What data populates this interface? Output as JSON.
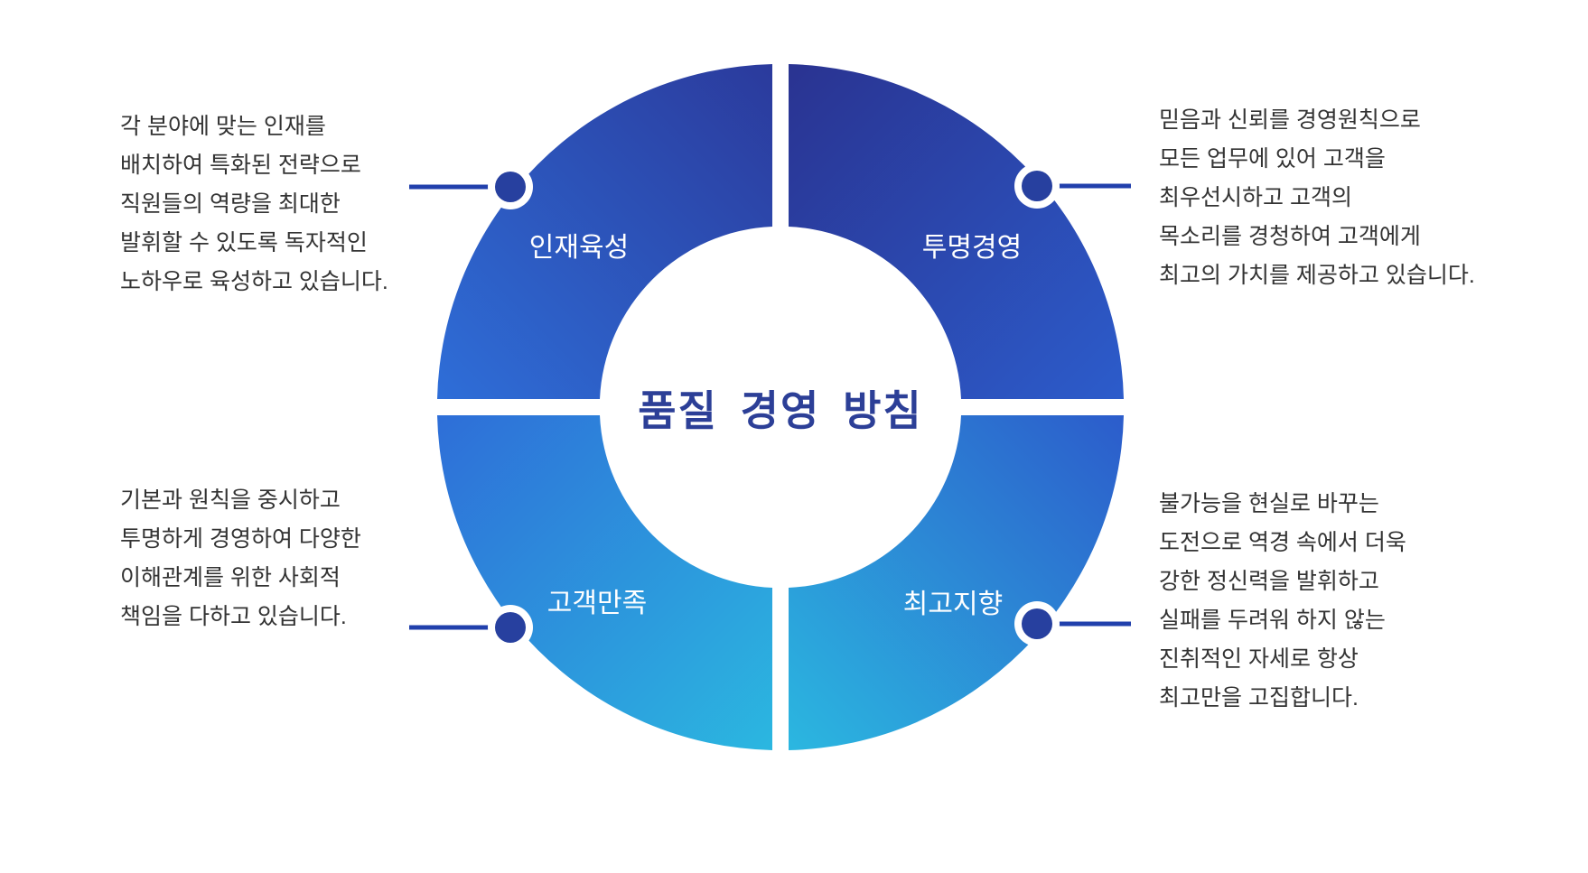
{
  "title": "품질 경영 방침",
  "quadrants": {
    "top_left": {
      "label": "인재육성",
      "description": [
        "각 분야에 맞는 인재를",
        "배치하여 특화된 전략으로",
        "직원들의 역량을 최대한",
        "발휘할 수 있도록 독자적인",
        "노하우로 육성하고 있습니다."
      ]
    },
    "top_right": {
      "label": "투명경영",
      "description": [
        "믿음과 신뢰를 경영원칙으로",
        "모든 업무에 있어 고객을",
        "최우선시하고 고객의",
        "목소리를 경청하여 고객에게",
        "최고의 가치를 제공하고 있습니다."
      ]
    },
    "bottom_left": {
      "label": "고객만족",
      "description": [
        "기본과 원칙을 중시하고",
        "투명하게 경영하여 다양한",
        "이해관계를 위한 사회적",
        "책임을 다하고 있습니다."
      ]
    },
    "bottom_right": {
      "label": "최고지향",
      "description": [
        "불가능을 현실로 바꾸는",
        "도전으로 역경 속에서 더욱",
        "강한 정신력을 발휘하고",
        "실패를 두려워 하지 않는",
        "진취적인 자세로 항상",
        "최고만을 고집합니다."
      ]
    }
  },
  "colors": {
    "ring_top": "#2b3a9c",
    "ring_top_dark": "#2a3391",
    "ring_left": "#2e6ed8",
    "ring_right": "#2c5ccb",
    "ring_bottom": "#2bb7e0",
    "marker_dot": "#27409f",
    "connector_line": "#2140ac",
    "title_text": "#2c3f97",
    "label_text": "#ffffff",
    "body_text": "#333333",
    "background": "#ffffff"
  }
}
